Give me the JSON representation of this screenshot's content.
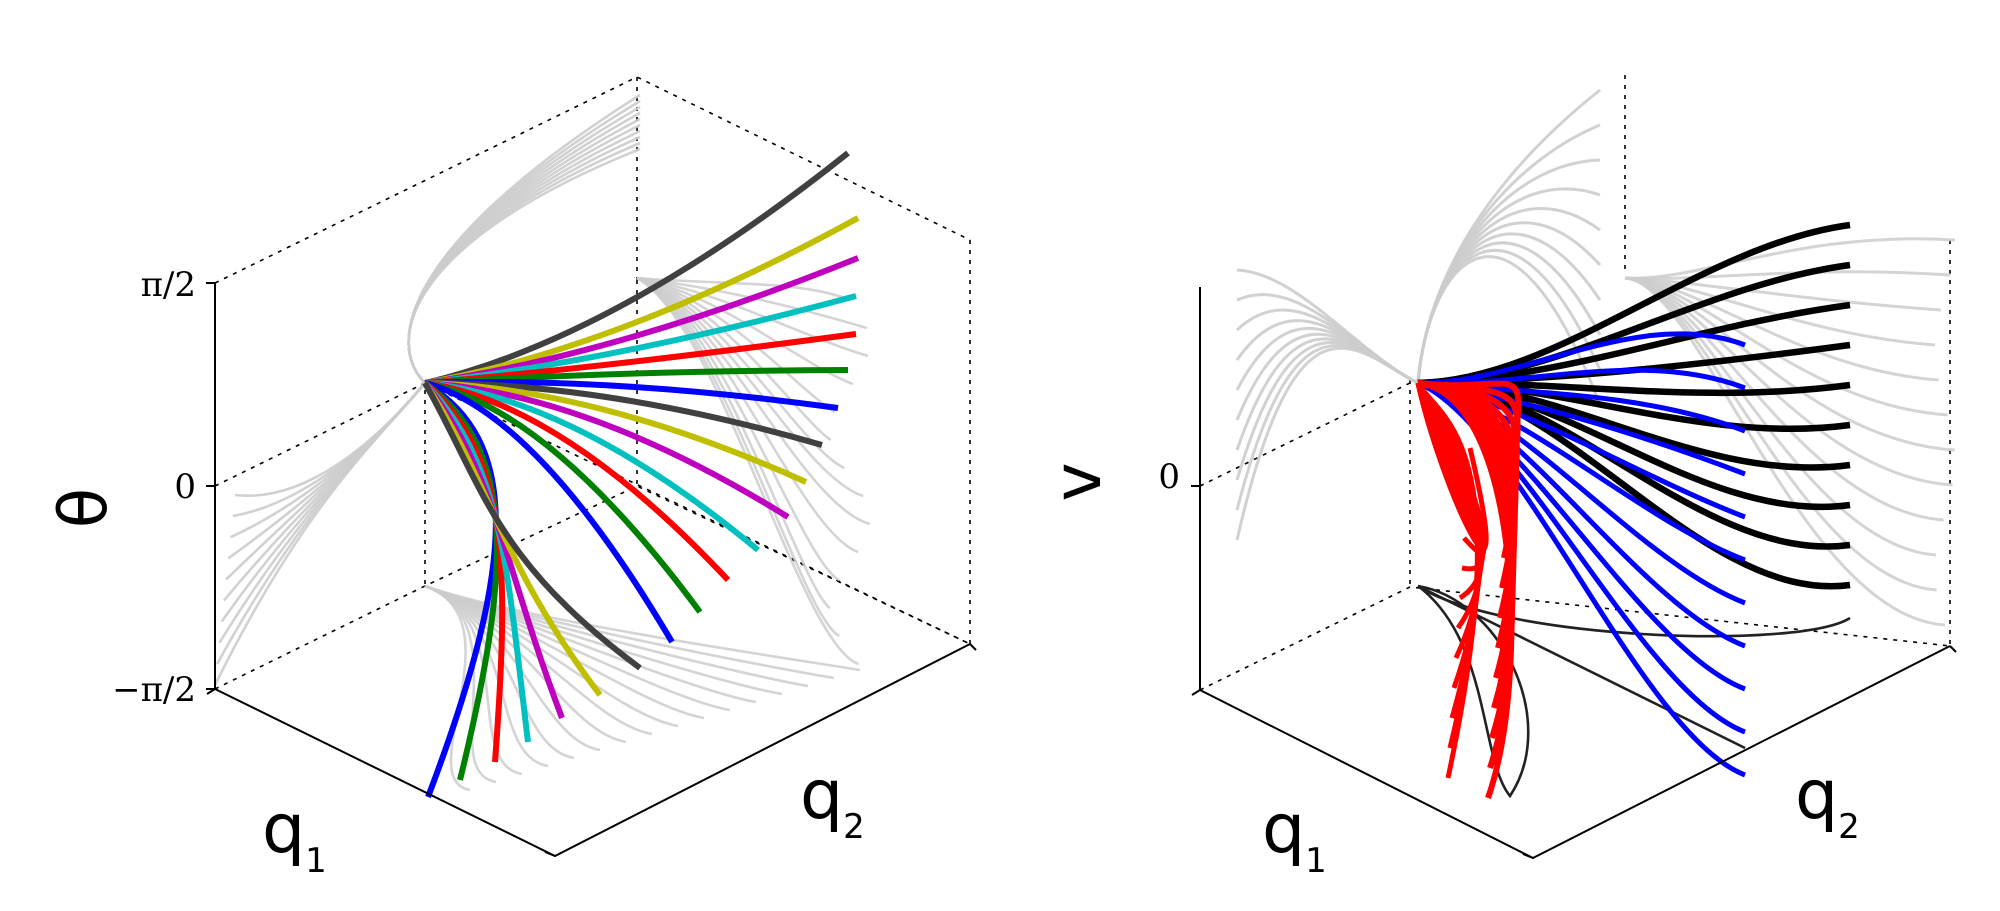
{
  "chart_data": [
    {
      "type": "line",
      "projection": "3d",
      "xlabel": "q",
      "xlabel_sub": "1",
      "ylabel": "q",
      "ylabel_sub": "2",
      "zlabel": "θ",
      "zticks": [
        "π/2",
        "0",
        "−π/2"
      ],
      "grid": true,
      "series_colors": [
        "#0000ff",
        "#008000",
        "#ff0000",
        "#00c0c0",
        "#bf00bf",
        "#bfbf00",
        "#404040"
      ],
      "shadow_color": "#cccccc"
    },
    {
      "type": "line",
      "projection": "3d",
      "xlabel": "q",
      "xlabel_sub": "1",
      "ylabel": "q",
      "ylabel_sub": "2",
      "zlabel": "v",
      "zticks": [
        "0"
      ],
      "grid": true,
      "series_colors": [
        "#ff0000",
        "#0000ff",
        "#000000"
      ],
      "shadow_color": "#cccccc"
    }
  ]
}
